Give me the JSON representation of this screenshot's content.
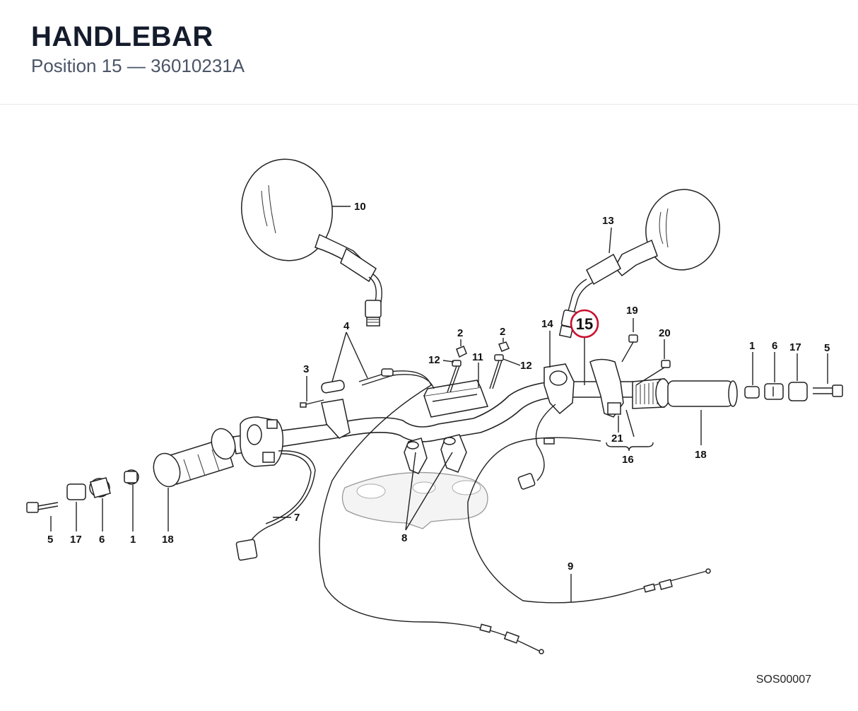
{
  "header": {
    "title": "HANDLEBAR",
    "subtitle": "Position 15 — 36010231A"
  },
  "diagram": {
    "highlighted_callout": "15",
    "highlight_color": "#c8102e",
    "reference_code": "SOS00007",
    "callouts": {
      "c1_left": "1",
      "c1_right": "1",
      "c2_a": "2",
      "c2_b": "2",
      "c3": "3",
      "c4": "4",
      "c5_left": "5",
      "c5_right": "5",
      "c6_left": "6",
      "c6_right": "6",
      "c7": "7",
      "c8": "8",
      "c9": "9",
      "c10": "10",
      "c11": "11",
      "c12_a": "12",
      "c12_b": "12",
      "c13": "13",
      "c14": "14",
      "c16": "16",
      "c17_left": "17",
      "c17_right": "17",
      "c18_left": "18",
      "c18_right": "18",
      "c19": "19",
      "c20": "20",
      "c21": "21"
    }
  }
}
